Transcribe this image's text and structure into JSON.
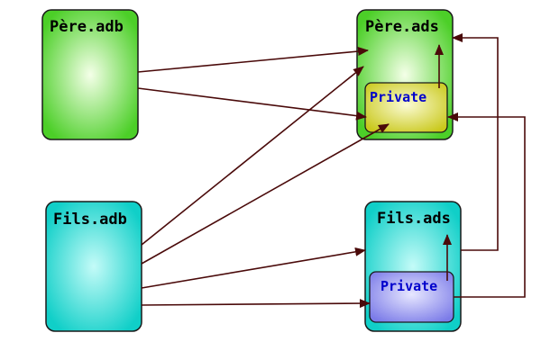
{
  "boxes": {
    "pere_adb": {
      "label": "Père.adb",
      "color": "#5fd83a"
    },
    "pere_ads": {
      "label": "Père.ads",
      "color": "#5fd83a"
    },
    "fils_adb": {
      "label": "Fils.adb",
      "color": "#1ed6cf"
    },
    "fils_ads": {
      "label": "Fils.ads",
      "color": "#1ed6cf"
    }
  },
  "private_sections": {
    "pere": {
      "label": "Private",
      "color": "#d7d61e"
    },
    "fils": {
      "label": "Private",
      "color": "#8f8ff0"
    }
  },
  "arrow_color": "#4a0a0a"
}
